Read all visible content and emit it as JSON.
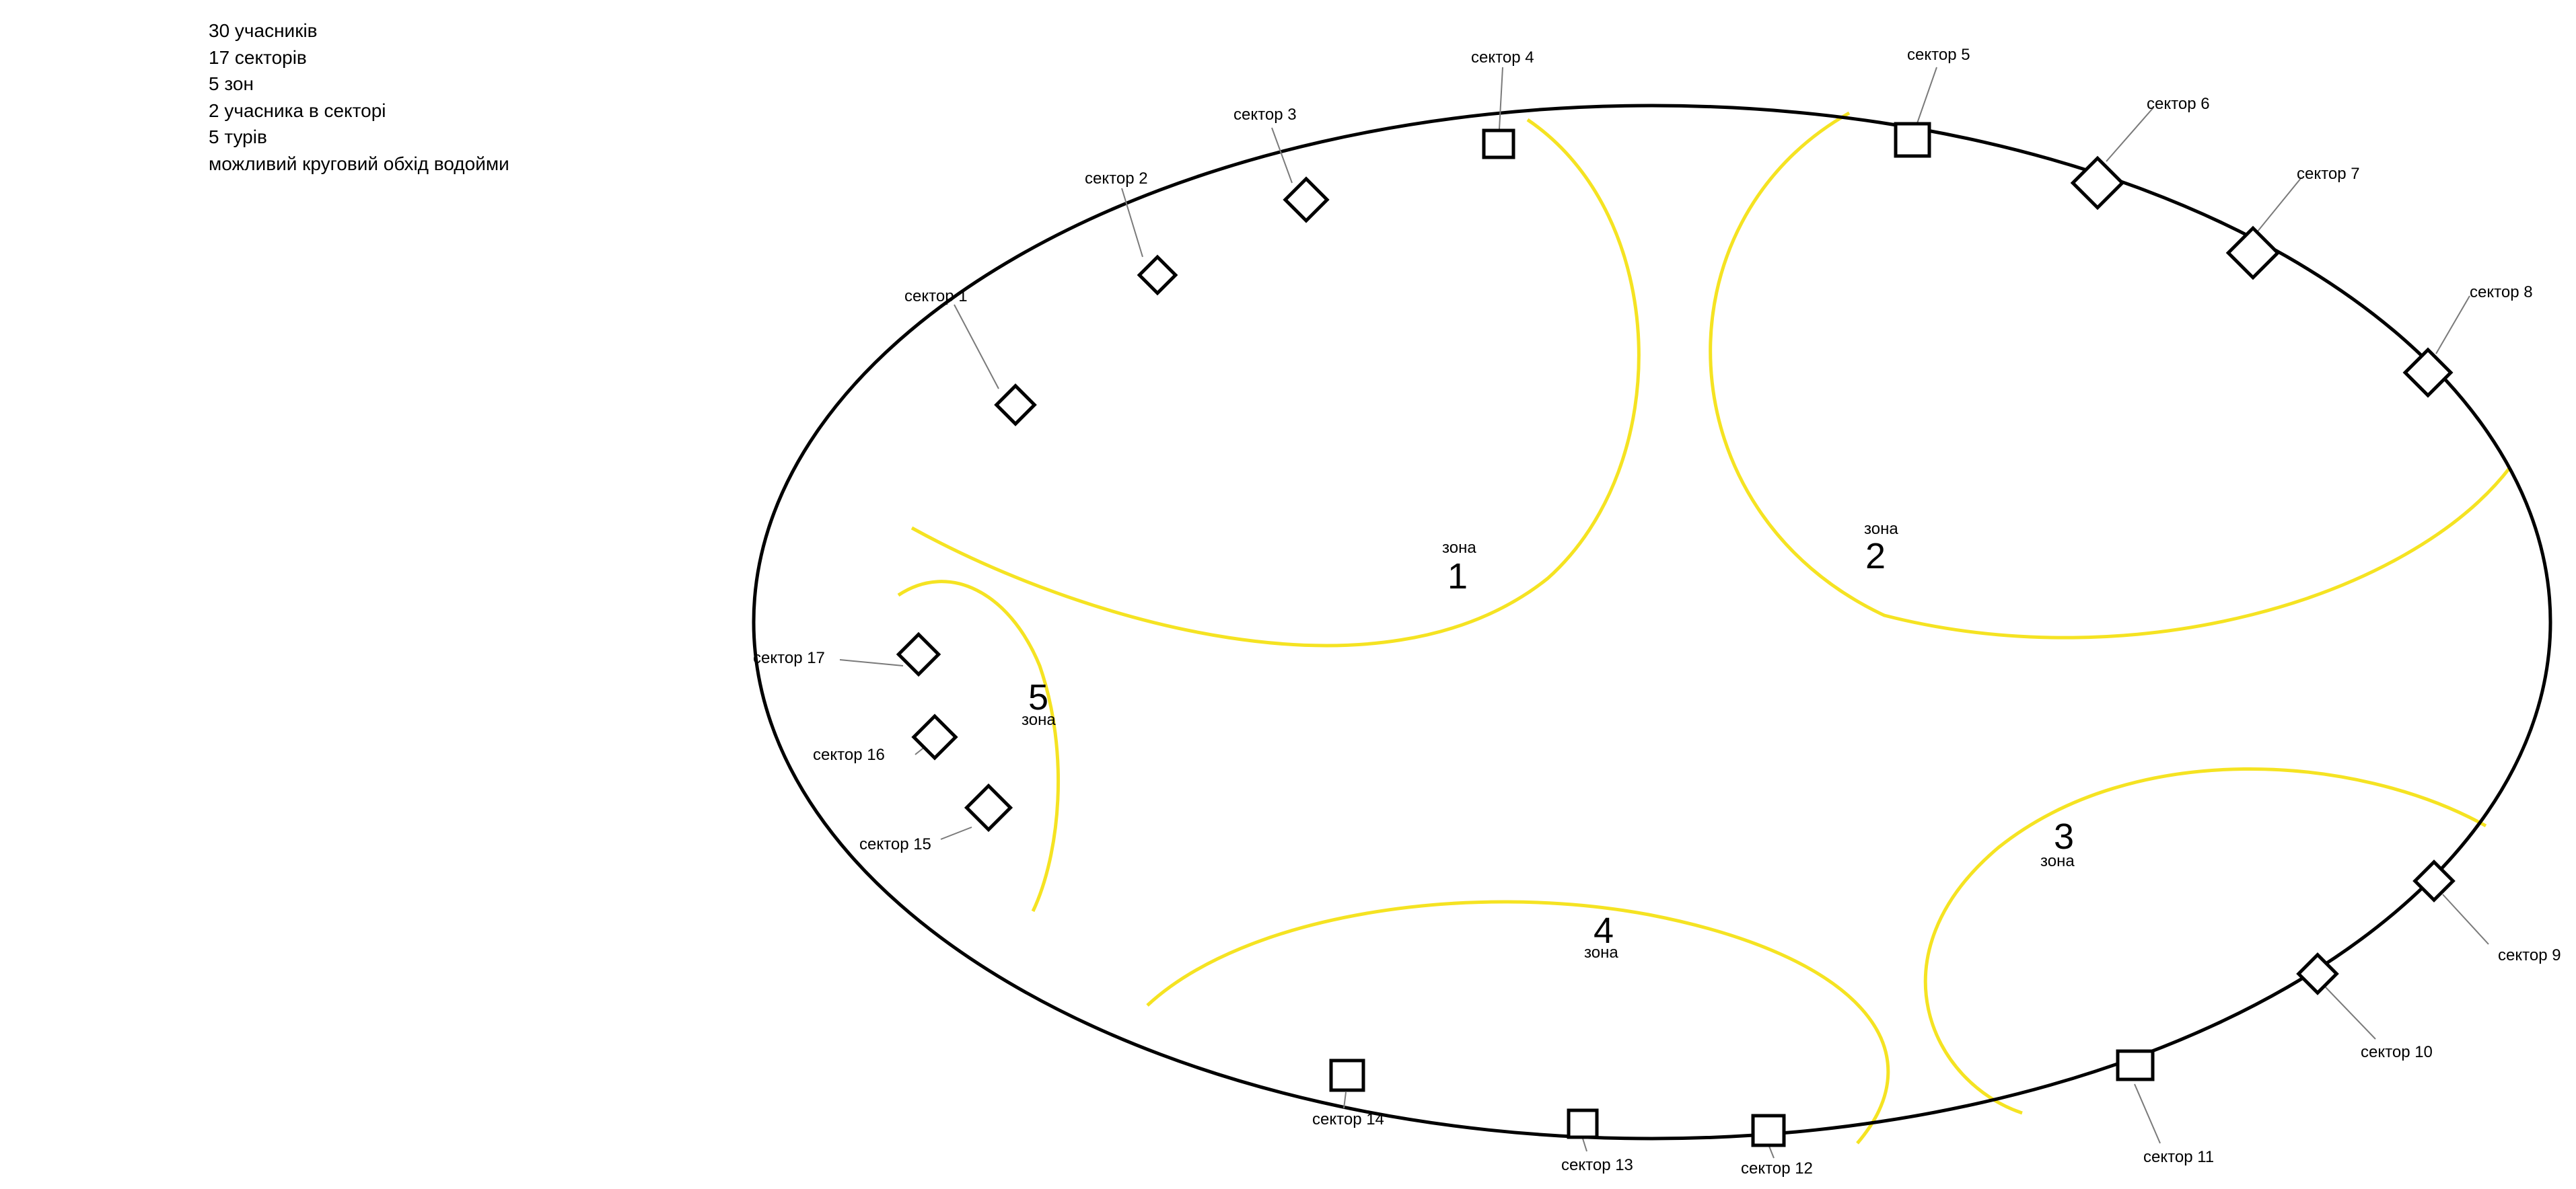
{
  "notes": [
    "30 учасників",
    "17 секторів",
    "5 зон",
    "2 учасника в секторі",
    "5 турів",
    "можливий круговий обхід водойми"
  ],
  "zone_word": "зона",
  "zones": [
    {
      "number": "1"
    },
    {
      "number": "2"
    },
    {
      "number": "3"
    },
    {
      "number": "4"
    },
    {
      "number": "5"
    }
  ],
  "sectors": [
    {
      "label": "сектор 1",
      "shape": "diamond"
    },
    {
      "label": "сектор 2",
      "shape": "diamond"
    },
    {
      "label": "сектор 3",
      "shape": "diamond"
    },
    {
      "label": "сектор 4",
      "shape": "square"
    },
    {
      "label": "сектор 5",
      "shape": "square"
    },
    {
      "label": "сектор 6",
      "shape": "diamond"
    },
    {
      "label": "сектор 7",
      "shape": "diamond"
    },
    {
      "label": "сектор 8",
      "shape": "diamond"
    },
    {
      "label": "сектор 9",
      "shape": "diamond"
    },
    {
      "label": "сектор 10",
      "shape": "diamond"
    },
    {
      "label": "сектор 11",
      "shape": "square"
    },
    {
      "label": "сектор 12",
      "shape": "square"
    },
    {
      "label": "сектор 13",
      "shape": "square"
    },
    {
      "label": "сектор 14",
      "shape": "square"
    },
    {
      "label": "сектор 15",
      "shape": "diamond"
    },
    {
      "label": "сектор 16",
      "shape": "diamond"
    },
    {
      "label": "сектор 17",
      "shape": "diamond"
    }
  ],
  "colors": {
    "shoreline": "#000000",
    "zone_boundary": "#f5e322",
    "leader_line": "#7a7a7a"
  }
}
